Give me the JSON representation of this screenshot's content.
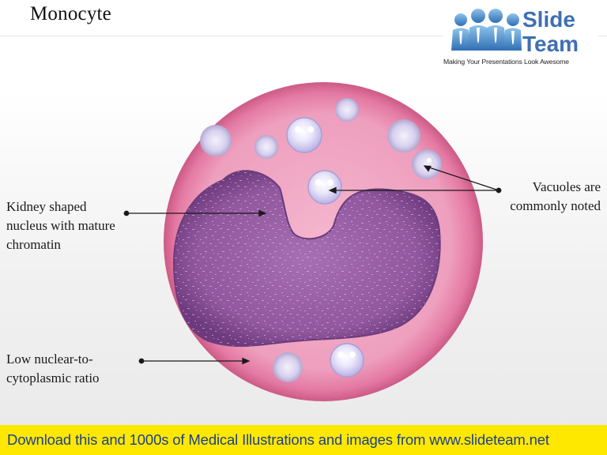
{
  "title": "Monocyte",
  "logo": {
    "word1": "Slide",
    "word2": "Team",
    "tagline": "Making Your Presentations Look Awesome"
  },
  "labels": {
    "kidney": [
      "Kidney shaped",
      "nucleus with mature",
      "chromatin"
    ],
    "ratio": [
      "Low nuclear-to-",
      "cytoplasmic ratio"
    ],
    "vacuoles": [
      "Vacuoles are",
      "commonly noted"
    ]
  },
  "footer": "Download this and 1000s of Medical Illustrations and images from www.slideteam.net",
  "colors": {
    "cell": "#e98fb1",
    "nucleus": "#8a5298",
    "footer_bg": "#ffe800",
    "footer_text": "#1d3f8a",
    "logo_blue": "#3d6fb3"
  }
}
